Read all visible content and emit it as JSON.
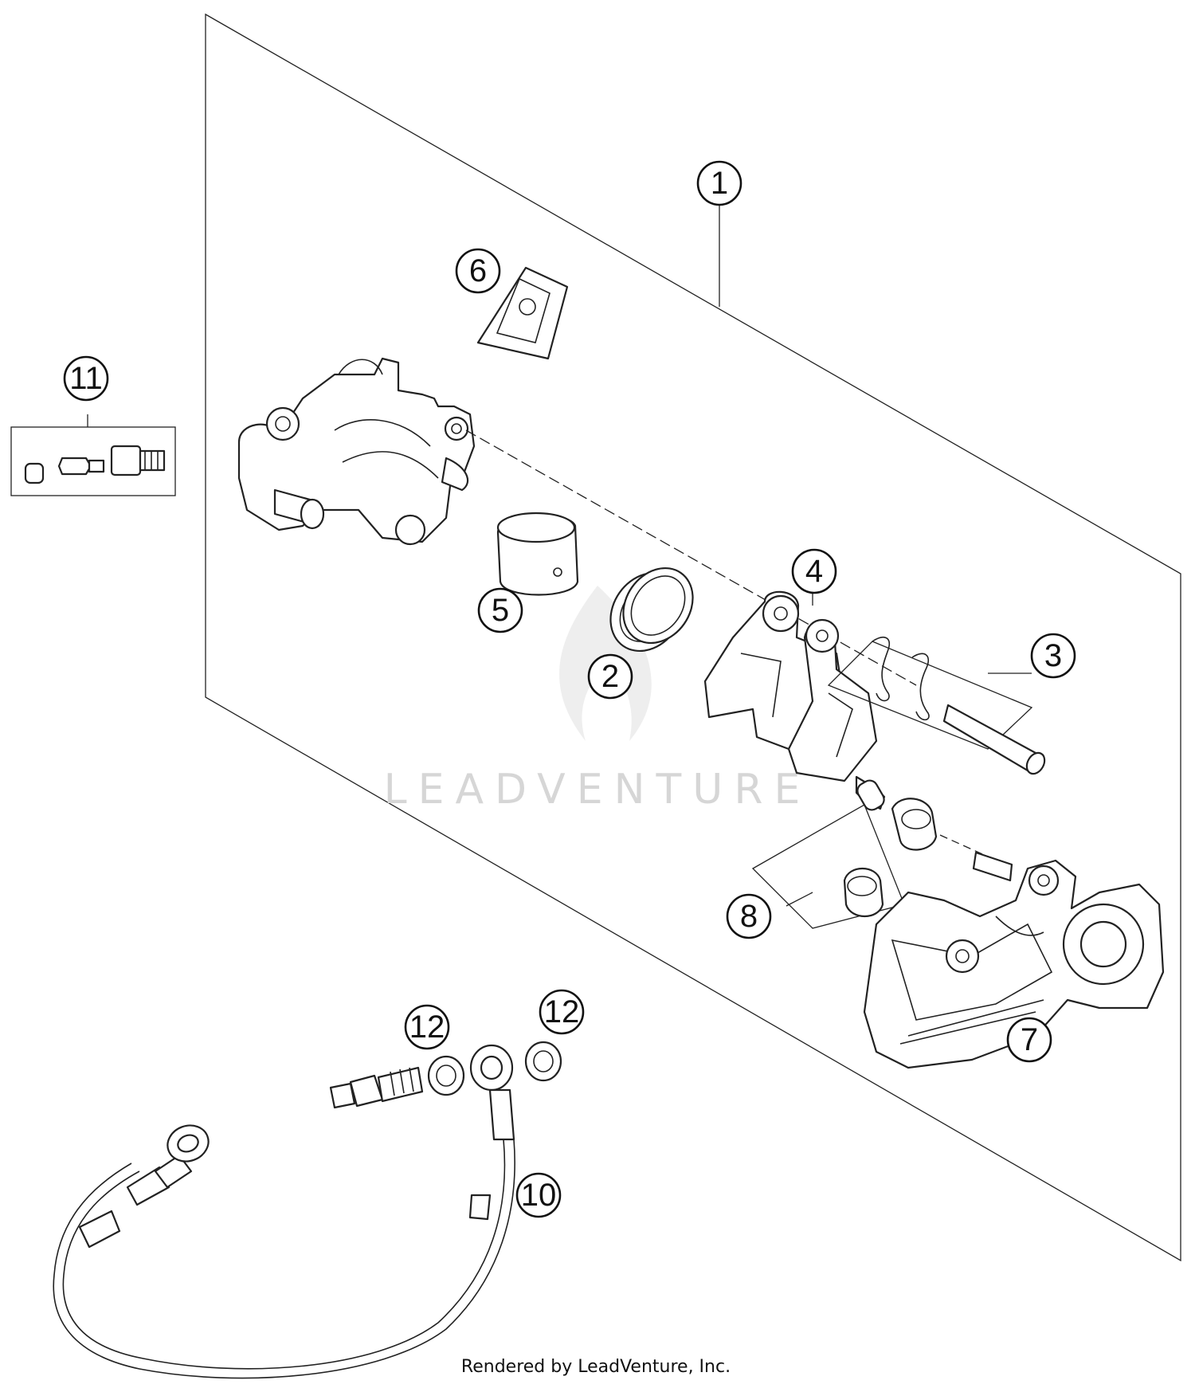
{
  "callouts": [
    {
      "id": "c1",
      "label": "1"
    },
    {
      "id": "c2",
      "label": "2"
    },
    {
      "id": "c3",
      "label": "3"
    },
    {
      "id": "c4",
      "label": "4"
    },
    {
      "id": "c5",
      "label": "5"
    },
    {
      "id": "c6",
      "label": "6"
    },
    {
      "id": "c7",
      "label": "7"
    },
    {
      "id": "c8",
      "label": "8"
    },
    {
      "id": "c10",
      "label": "10"
    },
    {
      "id": "c11",
      "label": "11"
    },
    {
      "id": "c12a",
      "label": "12"
    },
    {
      "id": "c12b",
      "label": "12"
    }
  ],
  "watermark": "LEADVENTURE",
  "footer": "Rendered by LeadVenture, Inc."
}
